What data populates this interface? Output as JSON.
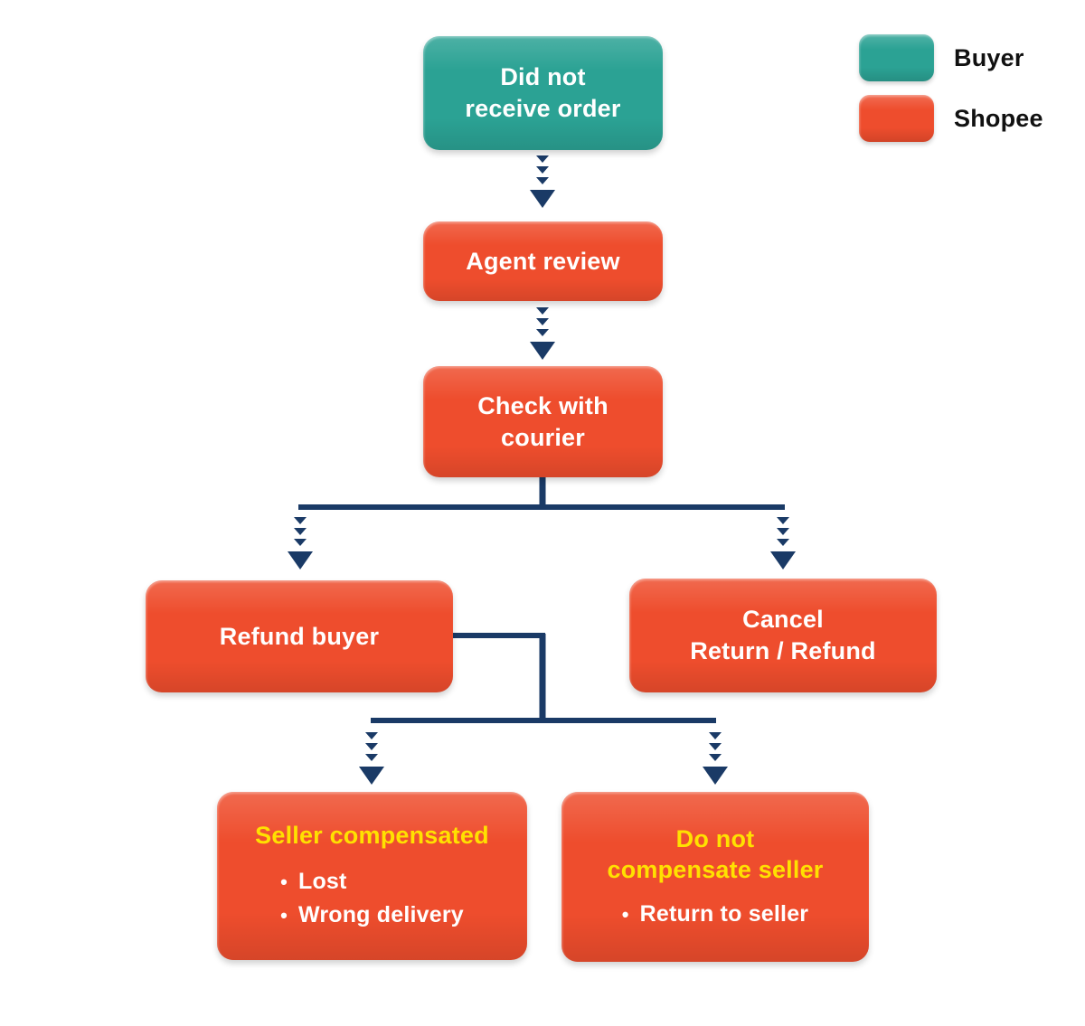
{
  "palette": {
    "buyer": "#2BA294",
    "shopee": "#EE4D2D",
    "connector": "#1A3A66",
    "highlight": "#FFE100",
    "box-text": "#FFFFFF",
    "legend-text": "#111111",
    "bg": "#FFFFFF"
  },
  "glyphs": {
    "bullet": "•"
  },
  "legend": {
    "buyer_label": "Buyer",
    "shopee_label": "Shopee"
  },
  "nodes": {
    "start": {
      "actor": "Buyer",
      "lines": [
        "Did not",
        "receive order"
      ]
    },
    "agent_review": {
      "actor": "Shopee",
      "label": "Agent review"
    },
    "check_courier": {
      "actor": "Shopee",
      "lines": [
        "Check with",
        "courier"
      ]
    },
    "refund_buyer": {
      "actor": "Shopee",
      "label": "Refund buyer"
    },
    "cancel_return_refund": {
      "actor": "Shopee",
      "lines": [
        "Cancel",
        "Return / Refund"
      ]
    },
    "seller_compensated": {
      "actor": "Shopee",
      "title": "Seller compensated",
      "bullets": [
        "Lost",
        "Wrong delivery"
      ]
    },
    "do_not_compensate": {
      "actor": "Shopee",
      "title_lines": [
        "Do not",
        "compensate seller"
      ],
      "bullets": [
        "Return to seller"
      ]
    }
  }
}
